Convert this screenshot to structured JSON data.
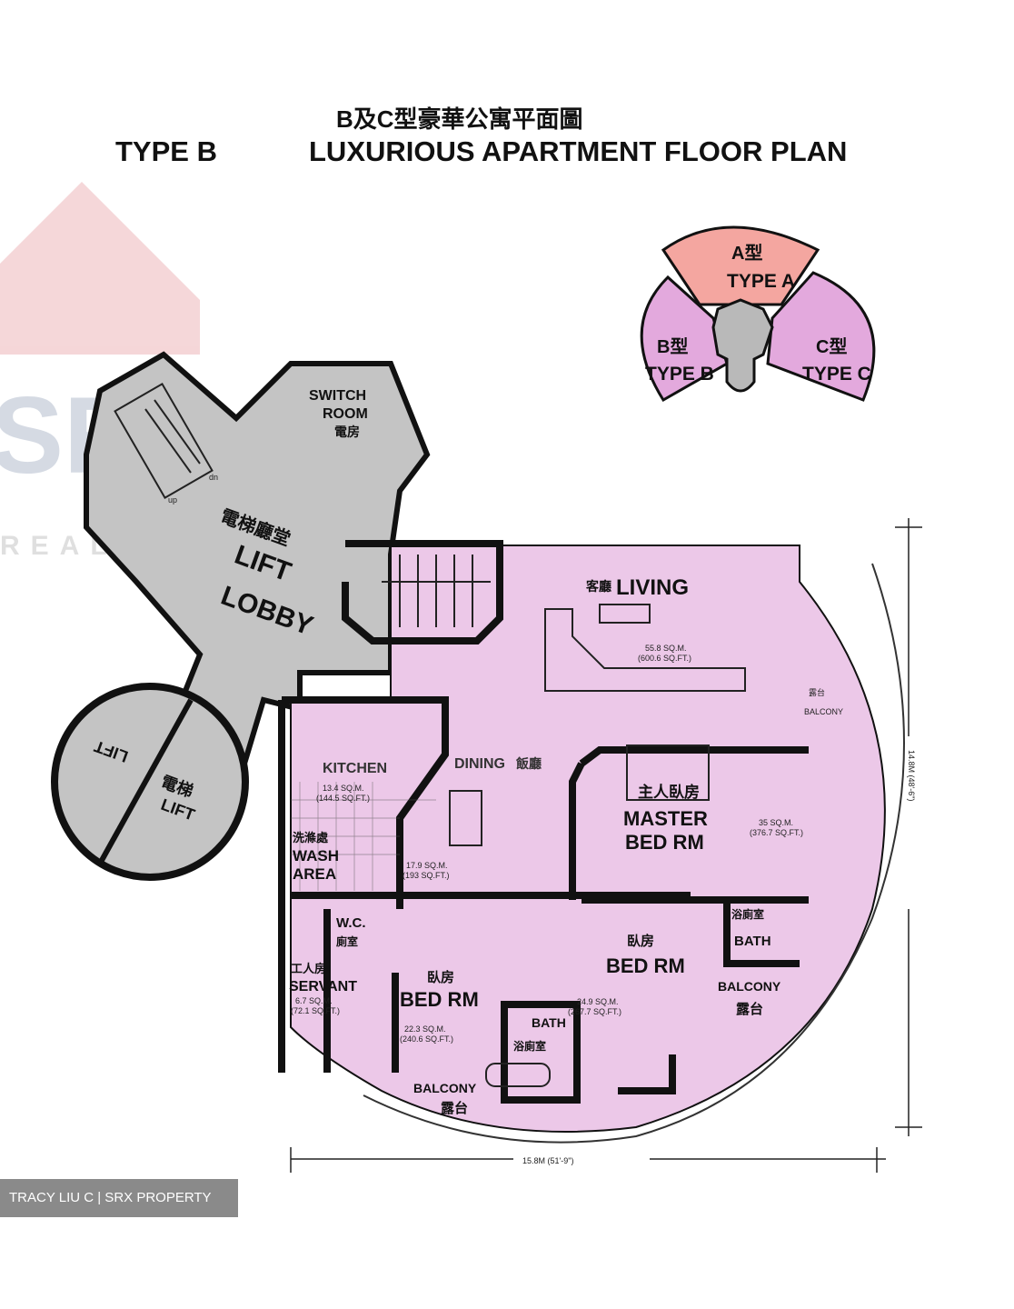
{
  "title_zh": "B及C型豪華公寓平面圖",
  "title_type": "TYPE B",
  "title_en": "LUXURIOUS APARTMENT FLOOR PLAN",
  "key_plan": {
    "type_a": {
      "zh": "A型",
      "en": "TYPE A",
      "color": "#f4a6a0"
    },
    "type_b": {
      "zh": "B型",
      "en": "TYPE B",
      "color": "#e3a9dd"
    },
    "type_c": {
      "zh": "C型",
      "en": "TYPE C",
      "color": "#e3a9dd"
    },
    "core_color": "#b9b9b9"
  },
  "colors": {
    "apartment": "#ecc8e8",
    "common": "#c4c4c4"
  },
  "common_area": {
    "switch_room": {
      "en1": "SWITCH",
      "en2": "ROOM",
      "zh": "電房"
    },
    "lift_lobby": {
      "zh": "電梯廳堂",
      "en1": "LIFT",
      "en2": "LOBBY"
    },
    "lift": {
      "zh": "電梯",
      "en": "LIFT"
    },
    "stair_up": "up",
    "stair_dn": "dn"
  },
  "rooms": {
    "living": {
      "zh": "客廳",
      "en": "LIVING",
      "area_m": "55.8 SQ.M.",
      "area_ft": "(600.6 SQ.FT.)"
    },
    "kitchen": {
      "en": "KITCHEN",
      "area_m": "13.4 SQ.M.",
      "area_ft": "(144.5 SQ.FT.)"
    },
    "dining": {
      "en": "DINING",
      "zh": "飯廳",
      "area_m": "17.9 SQ.M.",
      "area_ft": "(193 SQ.FT.)"
    },
    "master": {
      "zh": "主人臥房",
      "en1": "MASTER",
      "en2": "BED RM",
      "area_m": "35 SQ.M.",
      "area_ft": "(376.7 SQ.FT.)"
    },
    "wash": {
      "zh": "洗滌處",
      "en1": "WASH",
      "en2": "AREA"
    },
    "wc": {
      "en": "W.C.",
      "zh": "廁室"
    },
    "servant": {
      "zh": "工人房",
      "en": "SERVANT",
      "area_m": "6.7 SQ.M.",
      "area_ft": "(72.1 SQ.FT.)"
    },
    "bed1": {
      "zh": "臥房",
      "en": "BED RM",
      "area_m": "22.3 SQ.M.",
      "area_ft": "(240.6 SQ.FT.)"
    },
    "bed2": {
      "zh": "臥房",
      "en": "BED RM",
      "area_m": "24.9 SQ.M.",
      "area_ft": "(267.7 SQ.FT.)"
    },
    "bath1": {
      "zh": "浴廁室",
      "en": "BATH"
    },
    "bath2": {
      "zh": "浴廁室",
      "en": "BATH"
    },
    "balcony1": {
      "en": "BALCONY",
      "zh": "露台"
    },
    "balcony2": {
      "en": "BALCONY",
      "zh": "露台"
    },
    "balcony3": {
      "zh": "露台",
      "en": "BALCONY"
    }
  },
  "dimensions": {
    "width": "15.8M (51'-9\")",
    "depth": "14.8M (48'-6\")"
  },
  "watermark": {
    "logo": "SRX",
    "sub": "REAL ESTATE"
  },
  "caption": "TRACY LIU C | SRX PROPERTY"
}
